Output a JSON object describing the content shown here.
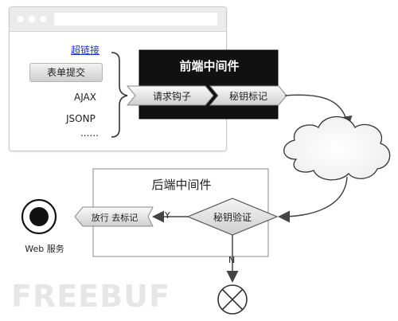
{
  "browser": {
    "links": {
      "hyperlink": "超链接"
    },
    "form_submit_label": "表单提交",
    "ajax_label": "AJAX",
    "jsonp_label": "JSONP",
    "more_label": "......"
  },
  "frontend": {
    "title": "前端中间件",
    "steps": [
      "请求钩子",
      "秘钥标记"
    ]
  },
  "backend": {
    "title": "后端中间件",
    "verify_label": "秘钥验证",
    "release_label": "放行 去标记",
    "yes_label": "Y",
    "no_label": "N"
  },
  "web_service_label": "Web 服务",
  "watermark": "FREEBUF",
  "colors": {
    "link": "#1a33c9",
    "frontend_bg": "#111111",
    "arrow": "#444444",
    "watermark": "#e6e6e6"
  }
}
